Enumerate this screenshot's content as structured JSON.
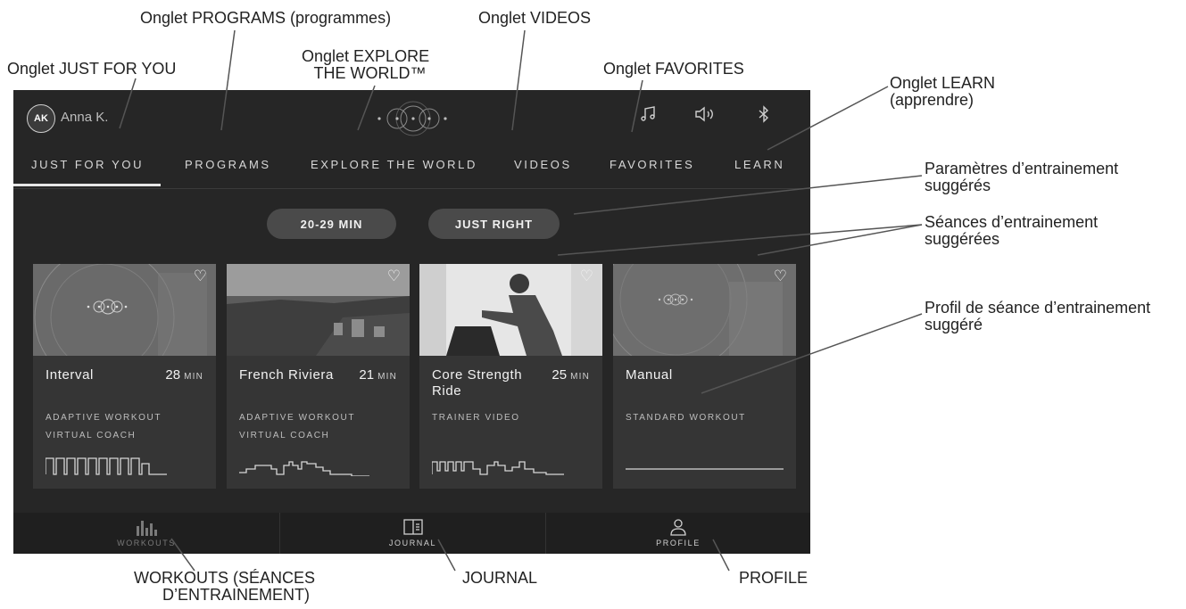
{
  "callouts": {
    "programs": "Onglet PROGRAMS (programmes)",
    "videos": "Onglet VIDEOS",
    "just_for_you": "Onglet JUST FOR YOU",
    "explore_line1": "Onglet EXPLORE",
    "explore_line2": "THE WORLD™",
    "favorites": "Onglet FAVORITES",
    "learn_line1": "Onglet LEARN",
    "learn_line2": "(apprendre)",
    "params_line1": "Paramètres d’entrainement",
    "params_line2": "suggérés",
    "sessions_line1": "Séances d’entrainement",
    "sessions_line2": "suggérées",
    "profile_line1": "Profil de séance d’entrainement",
    "profile_line2": "suggéré",
    "workouts_line1": "WORKOUTS (SÉANCES",
    "workouts_line2": "D’ENTRAINEMENT)",
    "journal": "JOURNAL",
    "profile": "PROFILE"
  },
  "header": {
    "avatar_initials": "AK",
    "user_name": "Anna K.",
    "icons": [
      "music-icon",
      "volume-icon",
      "bluetooth-icon"
    ]
  },
  "tabs": [
    {
      "label": "JUST FOR YOU",
      "active": true
    },
    {
      "label": "PROGRAMS"
    },
    {
      "label": "EXPLORE THE WORLD"
    },
    {
      "label": "VIDEOS"
    },
    {
      "label": "FAVORITES"
    },
    {
      "label": "LEARN"
    }
  ],
  "suggested": {
    "duration": "20-29 MIN",
    "intensity": "JUST RIGHT"
  },
  "cards": [
    {
      "name": "Interval",
      "duration": "28",
      "unit": "MIN",
      "meta1": "ADAPTIVE WORKOUT",
      "meta2": "VIRTUAL COACH"
    },
    {
      "name": "French Riviera",
      "duration": "21",
      "unit": "MIN",
      "meta1": "ADAPTIVE WORKOUT",
      "meta2": "VIRTUAL COACH"
    },
    {
      "name": "Core Strength Ride",
      "duration": "25",
      "unit": "MIN",
      "meta1": "TRAINER VIDEO",
      "meta2": ""
    },
    {
      "name": "Manual",
      "duration": "",
      "unit": "",
      "meta1": "STANDARD WORKOUT",
      "meta2": ""
    }
  ],
  "bottom_nav": [
    {
      "label": "WORKOUTS",
      "icon": "workouts-bars-icon",
      "active": true
    },
    {
      "label": "JOURNAL",
      "icon": "journal-icon"
    },
    {
      "label": "PROFILE",
      "icon": "profile-person-icon"
    }
  ],
  "colors": {
    "screen_bg": "#262626",
    "card_bg": "#353535",
    "pill_bg": "#4a4a4a",
    "bottom_nav_bg": "#1f1f1f"
  }
}
